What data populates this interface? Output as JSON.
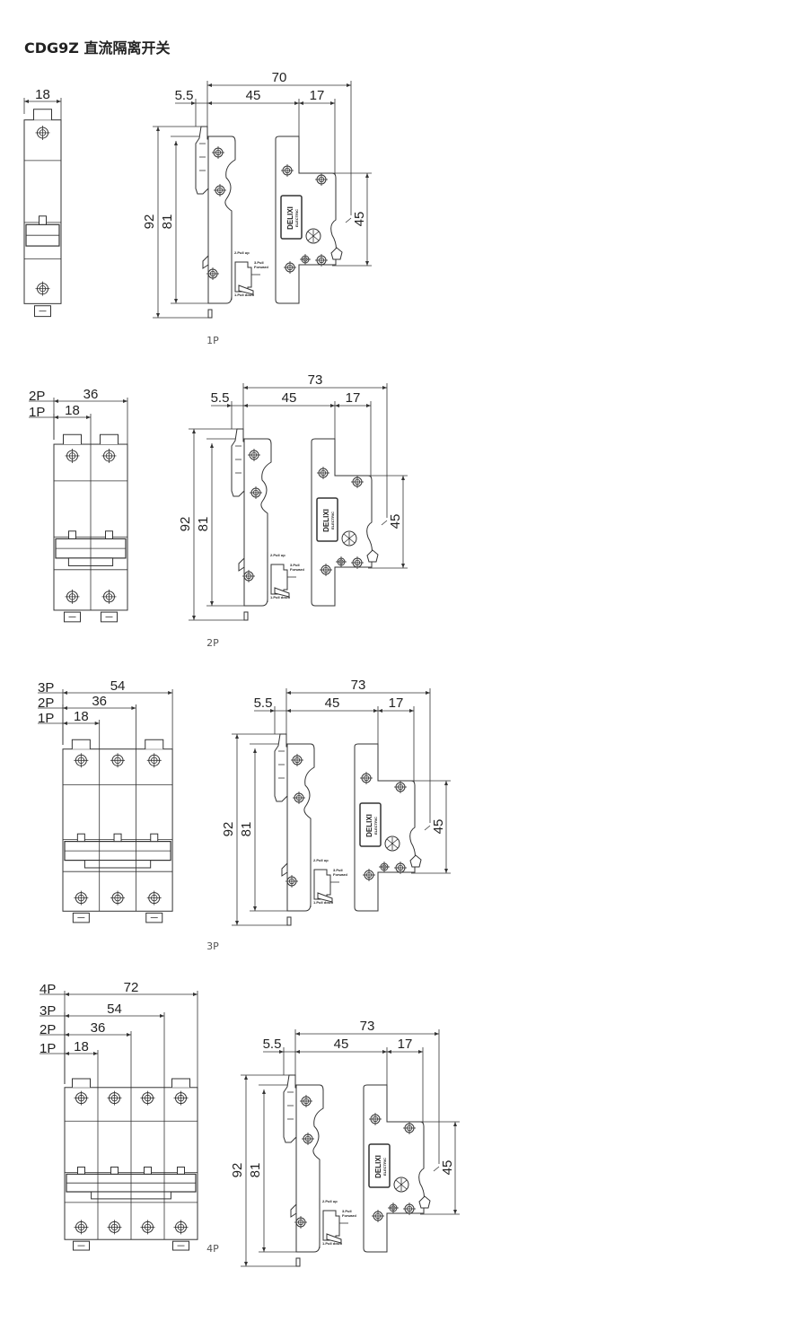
{
  "title": "CDG9Z 直流隔离开关",
  "device_labels": {
    "brand": "DELIXI",
    "brand_sub": "ELECTRIC",
    "pull_up": "2.Pull up",
    "pull_forward_1": "3.Pull",
    "pull_forward_2": "Forward",
    "pull_down": "1.Pull down"
  },
  "sections": [
    {
      "caption": "1P",
      "poles": 1,
      "front_dims": [
        {
          "pole_label": "",
          "value": "18"
        }
      ],
      "side_dims": {
        "overall": "70",
        "handle_offset": "5.5",
        "body": "45",
        "rear": "17",
        "height_total": "92",
        "height_body": "81",
        "rear_height": "45"
      }
    },
    {
      "caption": "2P",
      "poles": 2,
      "front_dims": [
        {
          "pole_label": "2P",
          "value": "36"
        },
        {
          "pole_label": "1P",
          "value": "18"
        }
      ],
      "side_dims": {
        "overall": "73",
        "handle_offset": "5.5",
        "body": "45",
        "rear": "17",
        "height_total": "92",
        "height_body": "81",
        "rear_height": "45"
      }
    },
    {
      "caption": "3P",
      "poles": 3,
      "front_dims": [
        {
          "pole_label": "3P",
          "value": "54"
        },
        {
          "pole_label": "2P",
          "value": "36"
        },
        {
          "pole_label": "1P",
          "value": "18"
        }
      ],
      "side_dims": {
        "overall": "73",
        "handle_offset": "5.5",
        "body": "45",
        "rear": "17",
        "height_total": "92",
        "height_body": "81",
        "rear_height": "45"
      }
    },
    {
      "caption": "4P",
      "poles": 4,
      "front_dims": [
        {
          "pole_label": "4P",
          "value": "72"
        },
        {
          "pole_label": "3P",
          "value": "54"
        },
        {
          "pole_label": "2P",
          "value": "36"
        },
        {
          "pole_label": "1P",
          "value": "18"
        }
      ],
      "side_dims": {
        "overall": "73",
        "handle_offset": "5.5",
        "body": "45",
        "rear": "17",
        "height_total": "92",
        "height_body": "81",
        "rear_height": "45"
      }
    }
  ]
}
